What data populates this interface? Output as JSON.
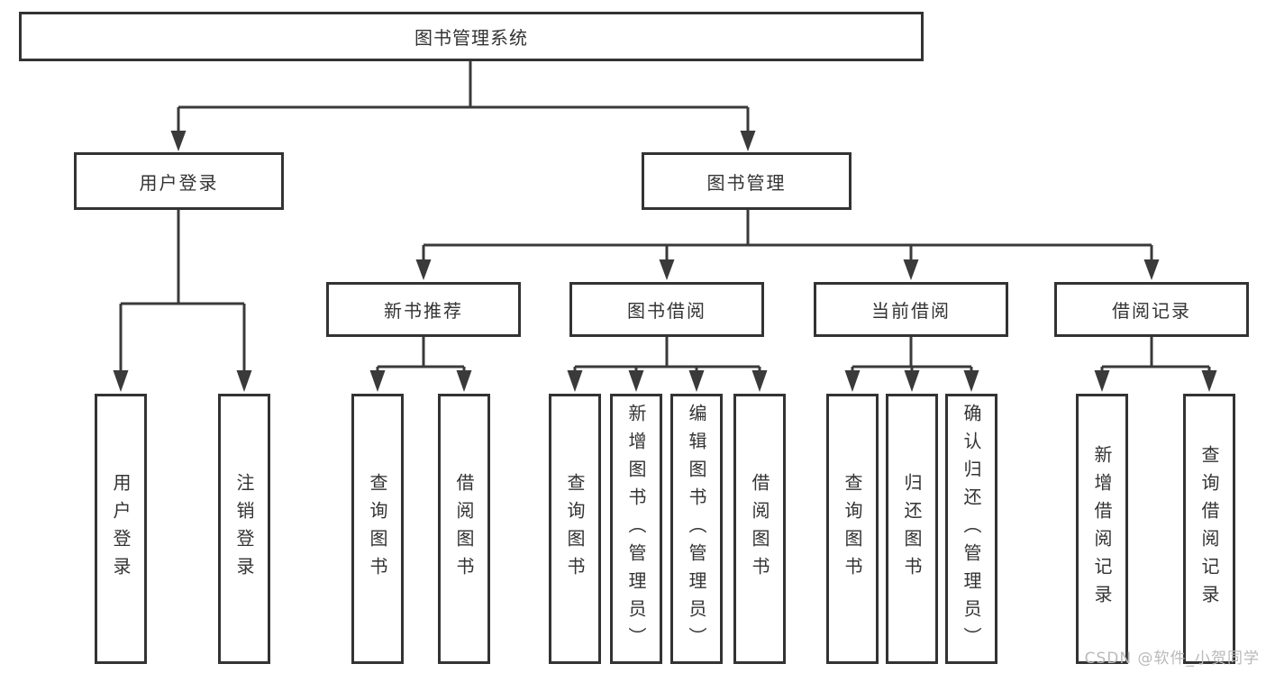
{
  "diagram": {
    "type": "hierarchy",
    "nodes": {
      "root": "图书管理系统",
      "user_login": "用户登录",
      "book_mgmt": "图书管理",
      "new_book_rec": "新书推荐",
      "book_borrow": "图书借阅",
      "current_borrow": "当前借阅",
      "borrow_records": "借阅记录",
      "ul_login": "用户登录",
      "ul_logout": "注销登录",
      "nb_query": "查询图书",
      "nb_borrow": "借阅图书",
      "bb_query": "查询图书",
      "bb_add": "新增图书（管理员）",
      "bb_edit": "编辑图书（管理员）",
      "bb_borrow": "借阅图书",
      "cb_query": "查询图书",
      "cb_return": "归还图书",
      "cb_confirm": "确认归还（管理员）",
      "br_add": "新增借阅记录",
      "br_query": "查询借阅记录"
    },
    "edges": [
      [
        "root",
        "user_login"
      ],
      [
        "root",
        "book_mgmt"
      ],
      [
        "user_login",
        "ul_login"
      ],
      [
        "user_login",
        "ul_logout"
      ],
      [
        "book_mgmt",
        "new_book_rec"
      ],
      [
        "book_mgmt",
        "book_borrow"
      ],
      [
        "book_mgmt",
        "current_borrow"
      ],
      [
        "book_mgmt",
        "borrow_records"
      ],
      [
        "new_book_rec",
        "nb_query"
      ],
      [
        "new_book_rec",
        "nb_borrow"
      ],
      [
        "book_borrow",
        "bb_query"
      ],
      [
        "book_borrow",
        "bb_add"
      ],
      [
        "book_borrow",
        "bb_edit"
      ],
      [
        "book_borrow",
        "bb_borrow"
      ],
      [
        "current_borrow",
        "cb_query"
      ],
      [
        "current_borrow",
        "cb_return"
      ],
      [
        "current_borrow",
        "cb_confirm"
      ],
      [
        "borrow_records",
        "br_add"
      ],
      [
        "borrow_records",
        "br_query"
      ]
    ],
    "colors": {
      "line": "#3a3a3a",
      "border": "#333333",
      "text": "#333333",
      "background": "#ffffff",
      "watermark": "#b9b9b9"
    }
  },
  "watermark": {
    "text": "CSDN @软件_小贺同学"
  }
}
